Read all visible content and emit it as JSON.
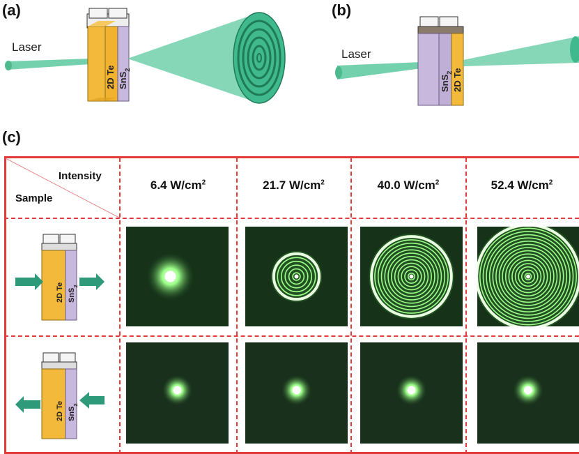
{
  "panels": {
    "a": {
      "label": "(a)",
      "laser": "Laser",
      "layer1": "2D Te",
      "layer2": "SnS2"
    },
    "b": {
      "label": "(b)",
      "laser": "Laser",
      "layer1": "SnS2",
      "layer2": "2D Te"
    },
    "c": {
      "label": "(c)"
    }
  },
  "table": {
    "corner_top": "Intensity",
    "corner_bottom": "Sample",
    "intensities": [
      "6.4 W/cm",
      "21.7 W/cm",
      "40.0 W/cm",
      "52.4 W/cm"
    ],
    "intensity_unit_exponent": "2",
    "rows": [
      {
        "layer1": "2D Te",
        "layer2": "SnS2",
        "arrow": "right",
        "rings": [
          0,
          6,
          12,
          16
        ]
      },
      {
        "layer1": "2D Te",
        "layer2": "SnS2",
        "arrow": "left",
        "rings": [
          0,
          0,
          0,
          0
        ]
      }
    ]
  },
  "colors": {
    "border": "#e23b3b",
    "beam": "#4fc59a",
    "te": "#f3b93a",
    "sns2": "#c9b8de",
    "glow": "#7dff6a"
  }
}
